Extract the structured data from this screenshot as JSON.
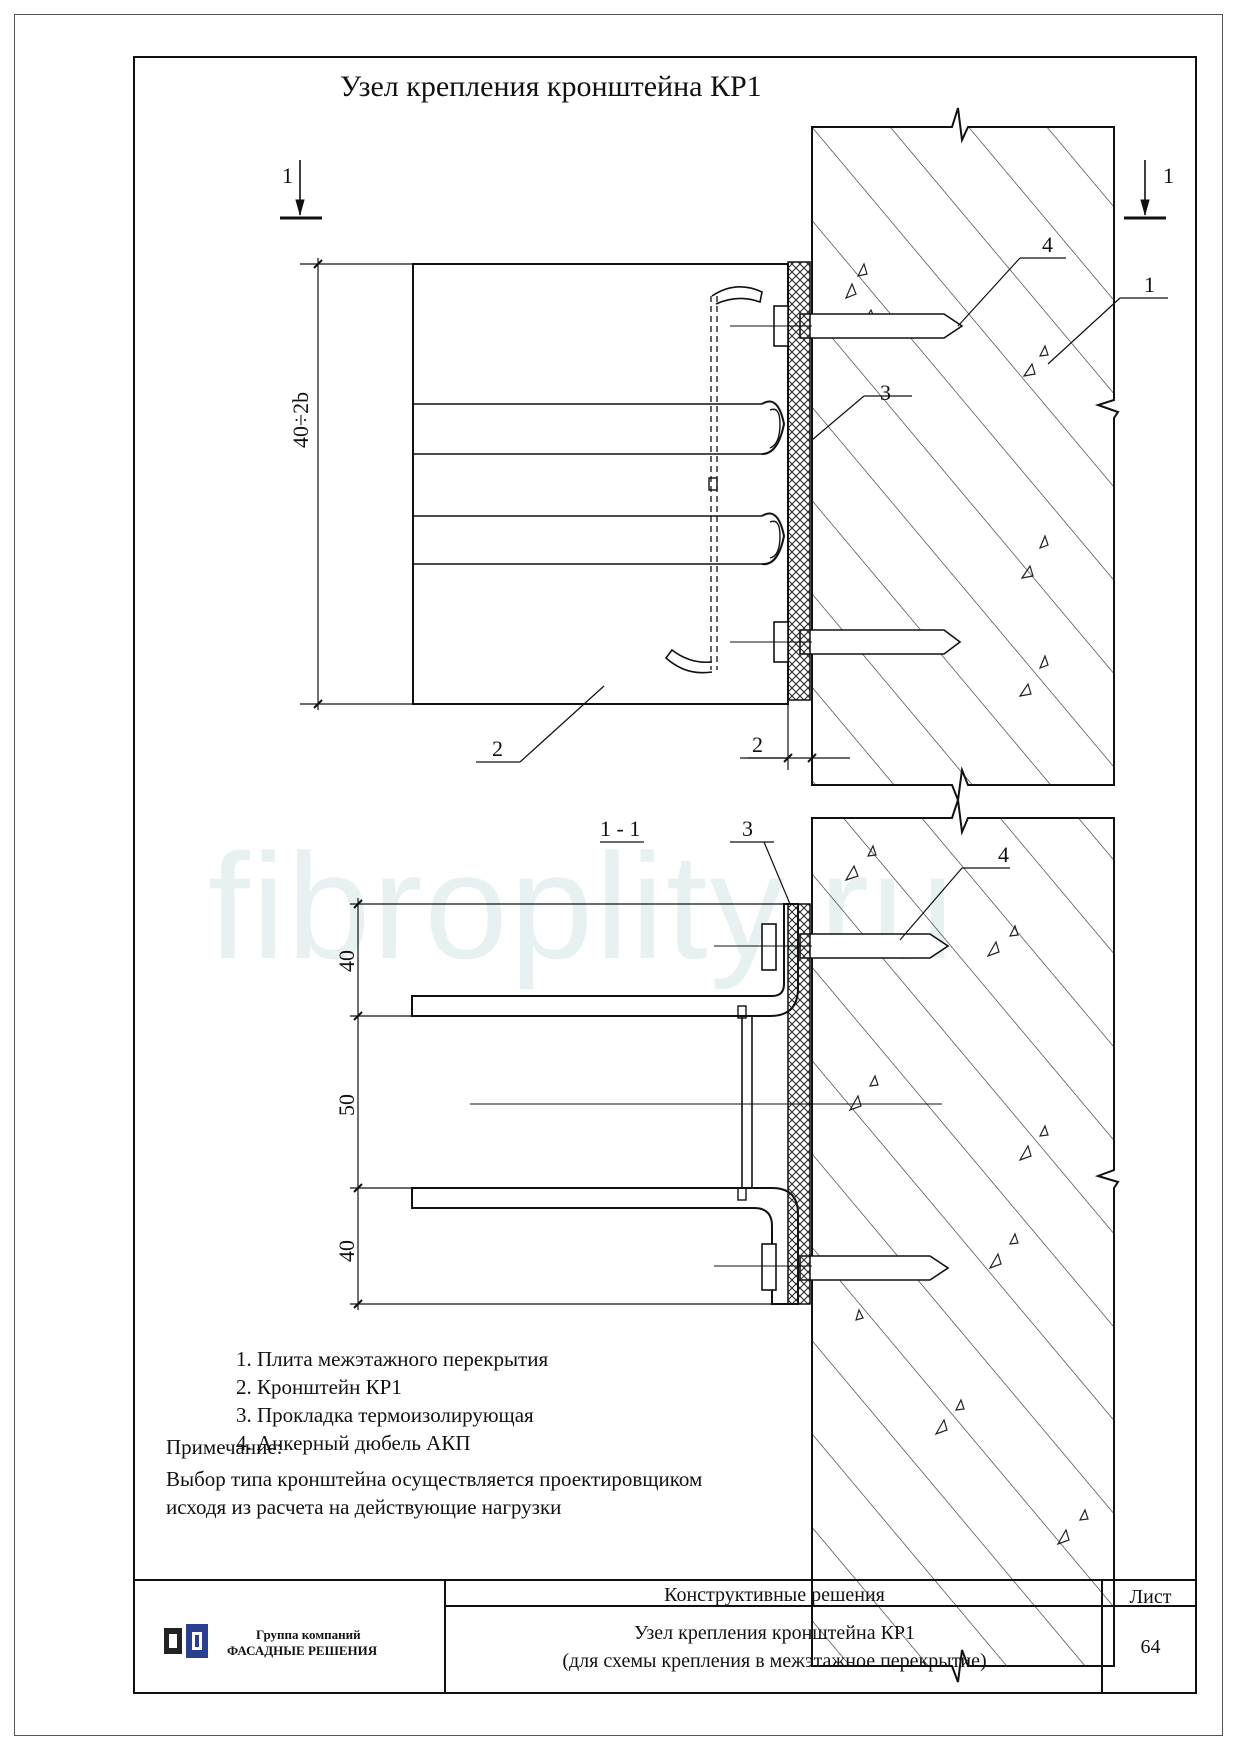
{
  "title": "Узел крепления кронштейна КР1",
  "watermark": "fibroplity.ru",
  "section_mark_left": "1",
  "section_mark_right": "1",
  "section_label": "1 - 1",
  "callouts": {
    "c1": "1",
    "c2": "2",
    "c3": "3",
    "c4": "4",
    "c3_section": "3",
    "c4_section": "4"
  },
  "dimensions": {
    "height_top": "40÷2b",
    "gap": "2",
    "d40_top": "40",
    "d50": "50",
    "d40_bottom": "40"
  },
  "legend": [
    "1. Плита межэтажного перекрытия",
    "2. Кронштейн КР1",
    "3. Прокладка термоизолирующая",
    "4. Анкерный дюбель АКП"
  ],
  "note": {
    "heading": "Примечание:",
    "lines": [
      "Выбор типа кронштейна осуществляется проектировщиком",
      "исходя из расчета на действующие нагрузки"
    ]
  },
  "title_block": {
    "company_line1": "Группа компаний",
    "company_line2": "ФАСАДНЫЕ РЕШЕНИЯ",
    "section": "Конструктивные решения",
    "drawing_title_1": "Узел крепления кронштейна КР1",
    "drawing_title_2": "(для схемы крепления в межэтажное перекрытие)",
    "sheet_label": "Лист",
    "sheet_number": "64"
  }
}
